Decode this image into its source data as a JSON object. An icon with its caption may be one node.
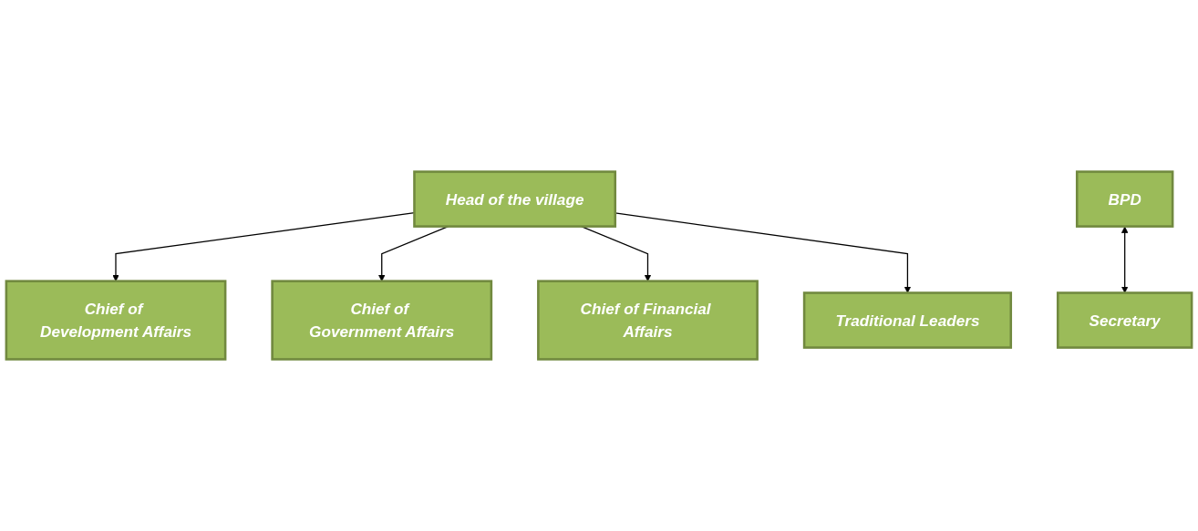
{
  "diagram": {
    "nodes": [
      {
        "text": [
          "Head of the village"
        ]
      },
      {
        "text": [
          "BPD"
        ]
      },
      {
        "text": [
          "Secretary"
        ]
      },
      {
        "text": [
          "Chief of Development Affairs"
        ]
      },
      {
        "text": [
          "Chief of Government Affairs"
        ]
      },
      {
        "text": [
          "Chief of Financial Affairs"
        ]
      },
      {
        "text": [
          "Traditional Leaders"
        ]
      }
    ],
    "edges": [
      {
        "from": 1,
        "to": 2,
        "arrow": "both"
      },
      {
        "from": 0,
        "to": 3,
        "arrow": "to"
      },
      {
        "from": 0,
        "to": 4,
        "arrow": "to"
      },
      {
        "from": 0,
        "to": 5,
        "arrow": "to"
      },
      {
        "from": 0,
        "to": 6,
        "arrow": "to"
      }
    ]
  }
}
